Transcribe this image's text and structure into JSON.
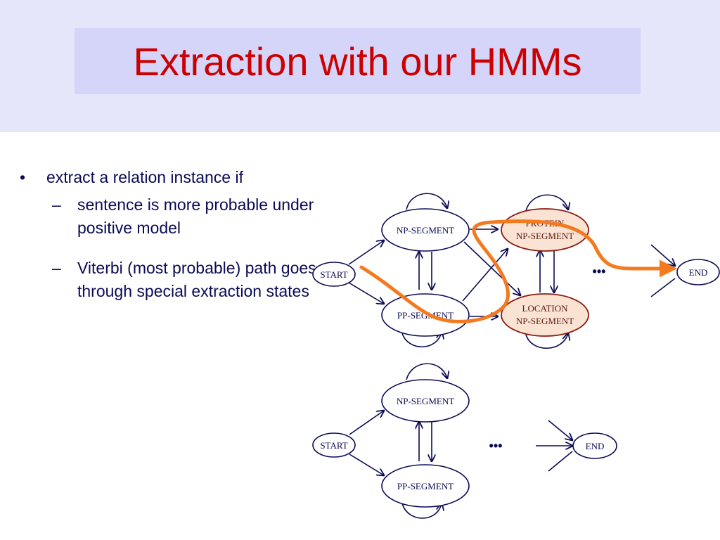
{
  "title": "Extraction with our HMMs",
  "bullets": {
    "main": "extract a relation instance if",
    "subs": [
      "sentence is more probable under positive model",
      "Viterbi (most probable) path goes through special extraction states"
    ],
    "main_marker": "•",
    "sub_marker": "–"
  },
  "positive_model": {
    "start": "START",
    "np_segment": "NP-SEGMENT",
    "pp_segment": "PP-SEGMENT",
    "protein_line1": "PROTEIN",
    "protein_line2": "NP-SEGMENT",
    "location_line1": "LOCATION",
    "location_line2": "NP-SEGMENT",
    "ellipsis": "•••",
    "end": "END"
  },
  "negative_model": {
    "start": "START",
    "np_segment": "NP-SEGMENT",
    "pp_segment": "PP-SEGMENT",
    "ellipsis": "•••",
    "end": "END"
  },
  "colors": {
    "title": "#cc0000",
    "text": "#0a0a55",
    "extraction_fill": "#fbe3d3",
    "extraction_stroke": "#8b1a10",
    "viterbi_path": "#f47a20"
  }
}
